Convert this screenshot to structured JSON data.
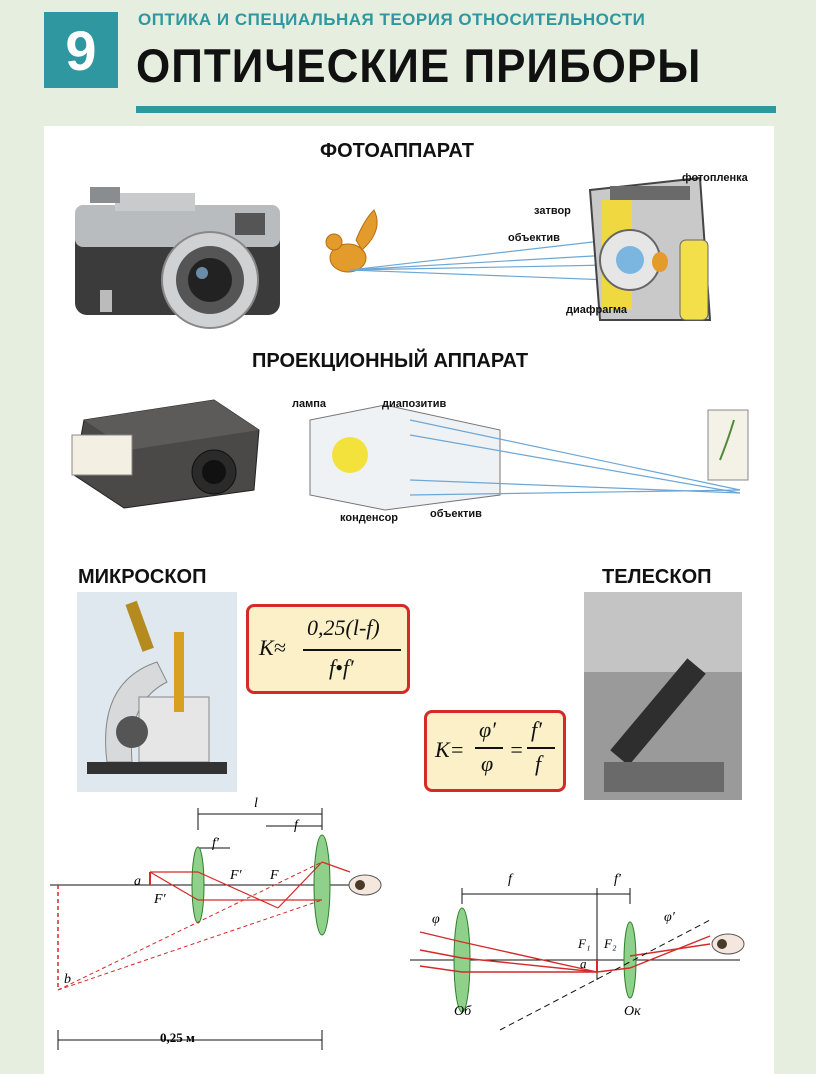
{
  "header": {
    "number": "9",
    "subtitle": "ОПТИКА И СПЕЦИАЛЬНАЯ ТЕОРИЯ ОТНОСИТЕЛЬНОСТИ",
    "title": "ОПТИЧЕСКИЕ ПРИБОРЫ"
  },
  "camera": {
    "heading": "ФОТОАППАРАТ",
    "labels": {
      "film": "фотопленка",
      "shutter": "затвор",
      "lens": "объектив",
      "diaphragm": "диафрагма"
    }
  },
  "projector": {
    "heading": "ПРОЕКЦИОННЫЙ АППАРАТ",
    "labels": {
      "lamp": "лампа",
      "slide": "диапозитив",
      "condenser": "конденсор",
      "lens": "объектив"
    }
  },
  "microscope": {
    "heading": "МИКРОСКОП",
    "formula": {
      "lhs": "K≈",
      "num": "0,25(l-f)",
      "den": "f•f′"
    },
    "diagram": {
      "l": "l",
      "f": "f",
      "f1": "f′",
      "F1": "F′",
      "F": "F",
      "a": "a",
      "F1b": "F′",
      "b": "b",
      "dist": "0,25 м"
    }
  },
  "telescope": {
    "heading": "ТЕЛЕСКОП",
    "formula": {
      "lhs": "K=",
      "num1": "φ′",
      "den1": "φ",
      "eq": "=",
      "num2": "f′",
      "den2": "f"
    },
    "diagram": {
      "f": "f",
      "f1": "f′",
      "phi": "φ",
      "phi1": "φ′",
      "F1": "F₁",
      "F2": "F₂",
      "a": "a",
      "ob": "Об",
      "ok": "Ок"
    }
  }
}
